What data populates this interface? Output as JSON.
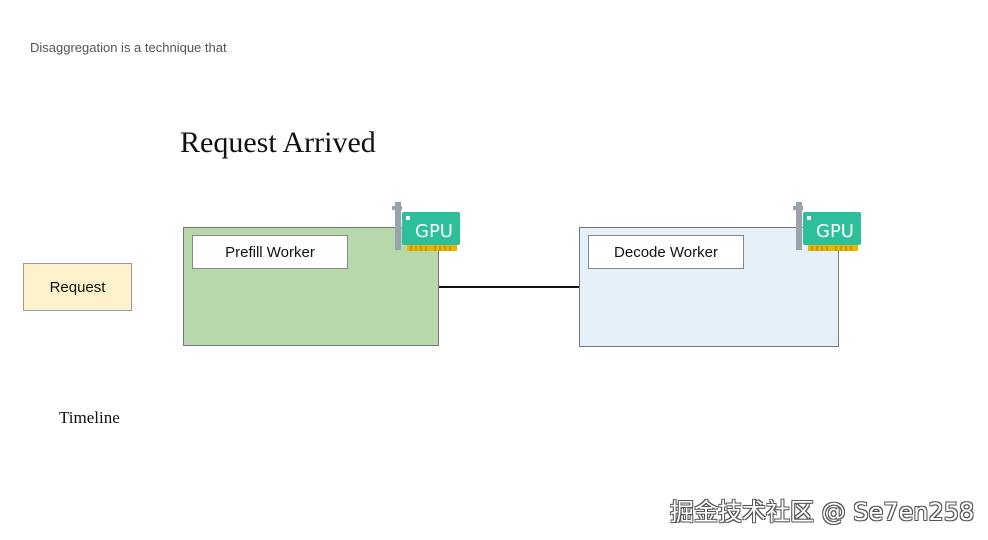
{
  "intro_text": "Disaggregation is a technique that",
  "title": "Request Arrived",
  "request_label": "Request",
  "prefill_worker": {
    "label": "Prefill Worker",
    "gpu_label": "GPU"
  },
  "decode_worker": {
    "label": "Decode Worker",
    "gpu_label": "GPU"
  },
  "timeline_label": "Timeline",
  "watermark": "掘金技术社区 @ Se7en258",
  "colors": {
    "prefill_bg": "#b7d8aa",
    "decode_bg": "#e5f0f9",
    "request_bg": "#fdf1cc",
    "gpu_teal": "#2dbe9c",
    "gpu_gold": "#e8b400"
  }
}
